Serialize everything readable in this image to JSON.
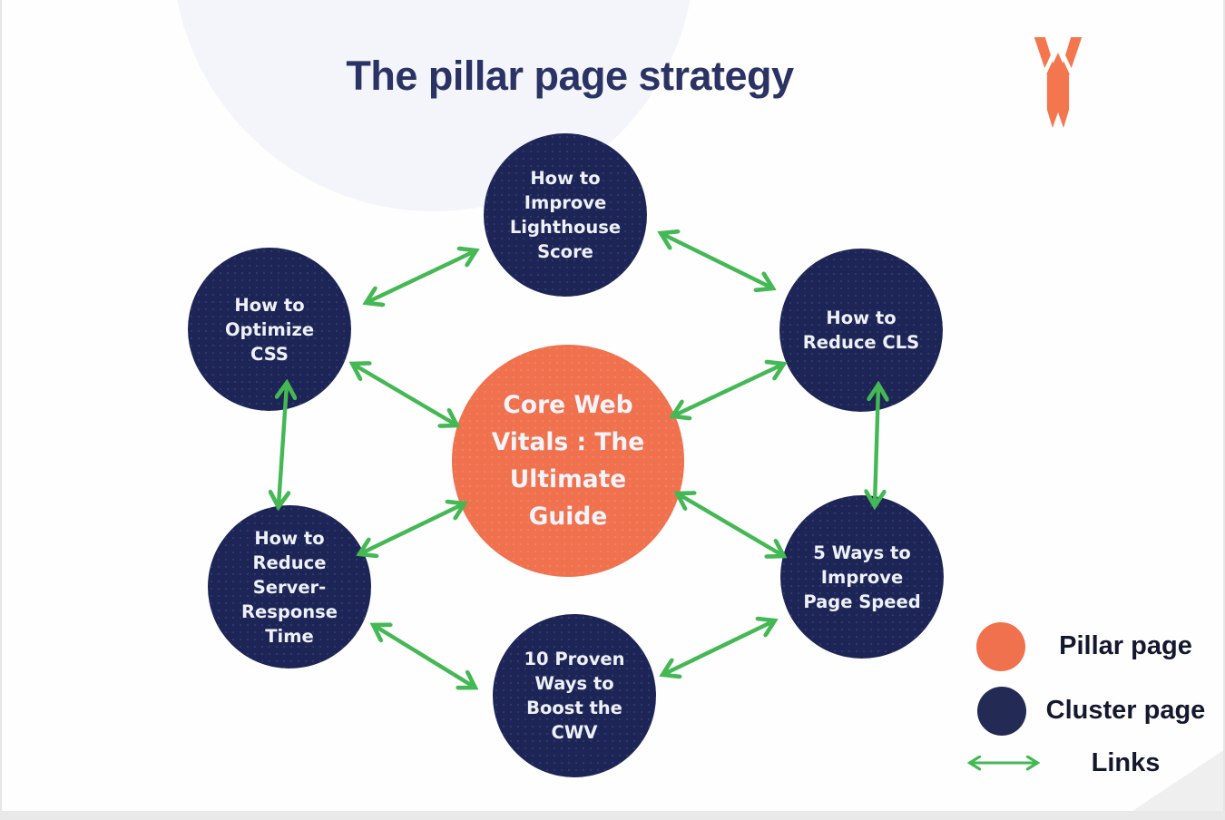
{
  "title": "The pillar page strategy",
  "logo": {
    "name": "wp-rocket-logo",
    "color": "#f4764f"
  },
  "pillar": {
    "id": "pillar",
    "label": "Core Web Vitals : The Ultimate Guide",
    "lines": [
      "Core Web",
      "Vitals : The",
      "Ultimate",
      "Guide"
    ],
    "color": "#f0714e",
    "text_color": "#f3f4fa"
  },
  "clusters": [
    {
      "id": "lighthouse",
      "label": "How to Improve Lighthouse Score",
      "lines": [
        "How to",
        "Improve",
        "Lighthouse",
        "Score"
      ]
    },
    {
      "id": "optimize-css",
      "label": "How to Optimize CSS",
      "lines": [
        "How to",
        "Optimize",
        "CSS"
      ]
    },
    {
      "id": "reduce-cls",
      "label": "How to Reduce CLS",
      "lines": [
        "How to",
        "Reduce CLS"
      ]
    },
    {
      "id": "server-response",
      "label": "How to Reduce Server-Response Time",
      "lines": [
        "How to",
        "Reduce",
        "Server-",
        "Response",
        "Time"
      ]
    },
    {
      "id": "page-speed",
      "label": "5 Ways to Improve Page Speed",
      "lines": [
        "5 Ways to",
        "Improve",
        "Page Speed"
      ]
    },
    {
      "id": "boost-cwv",
      "label": "10 Proven Ways to Boost the CWV",
      "lines": [
        "10 Proven",
        "Ways to",
        "Boost the",
        "CWV"
      ]
    }
  ],
  "links": [
    {
      "from": "optimize-css",
      "to": "lighthouse",
      "bidirectional": true
    },
    {
      "from": "lighthouse",
      "to": "reduce-cls",
      "bidirectional": true
    },
    {
      "from": "optimize-css",
      "to": "pillar",
      "bidirectional": true
    },
    {
      "from": "pillar",
      "to": "reduce-cls",
      "bidirectional": true
    },
    {
      "from": "optimize-css",
      "to": "server-response",
      "bidirectional": true
    },
    {
      "from": "reduce-cls",
      "to": "page-speed",
      "bidirectional": true
    },
    {
      "from": "server-response",
      "to": "pillar",
      "bidirectional": true
    },
    {
      "from": "pillar",
      "to": "page-speed",
      "bidirectional": true
    },
    {
      "from": "server-response",
      "to": "boost-cwv",
      "bidirectional": true
    },
    {
      "from": "boost-cwv",
      "to": "page-speed",
      "bidirectional": true
    }
  ],
  "legend": {
    "items": [
      {
        "swatch": "pillar-circle",
        "label": "Pillar page"
      },
      {
        "swatch": "cluster-circle",
        "label": "Cluster page"
      },
      {
        "swatch": "double-arrow",
        "label": "Links"
      }
    ]
  },
  "colors": {
    "pillar": "#f0714e",
    "cluster": "#1d2556",
    "link": "#44b854",
    "title_text": "#2b3364",
    "legend_text": "#14182f",
    "background_circle": "#f3f5fb"
  }
}
